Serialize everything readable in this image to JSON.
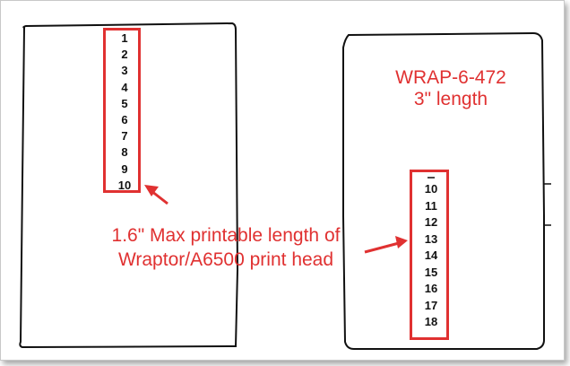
{
  "left_sheet": {
    "numbers": [
      "1",
      "2",
      "3",
      "4",
      "5",
      "6",
      "7",
      "8",
      "9",
      "10"
    ]
  },
  "right_sheet": {
    "title_line1": "WRAP-6-472",
    "title_line2": "3\" length",
    "numbers": [
      "10",
      "11",
      "12",
      "13",
      "14",
      "15",
      "16",
      "17",
      "18"
    ]
  },
  "callout": {
    "line1": "1.6\" Max printable length of",
    "line2": "Wraptor/A6500 print head"
  },
  "colors": {
    "annotation": "#e03131",
    "sheet_outline": "#111111"
  }
}
